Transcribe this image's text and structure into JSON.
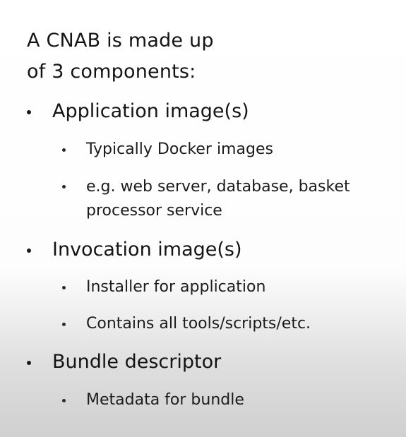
{
  "slide": {
    "heading_line1": "A CNAB is made up",
    "heading_line2": "of 3 components:",
    "components": [
      {
        "title": "Application image(s)",
        "details": [
          "Typically Docker images",
          "e.g. web server, database, basket processor service"
        ]
      },
      {
        "title": "Invocation image(s)",
        "details": [
          "Installer for application",
          "Contains all tools/scripts/etc."
        ]
      },
      {
        "title": "Bundle descriptor",
        "details": [
          "Metadata for bundle"
        ]
      }
    ]
  }
}
